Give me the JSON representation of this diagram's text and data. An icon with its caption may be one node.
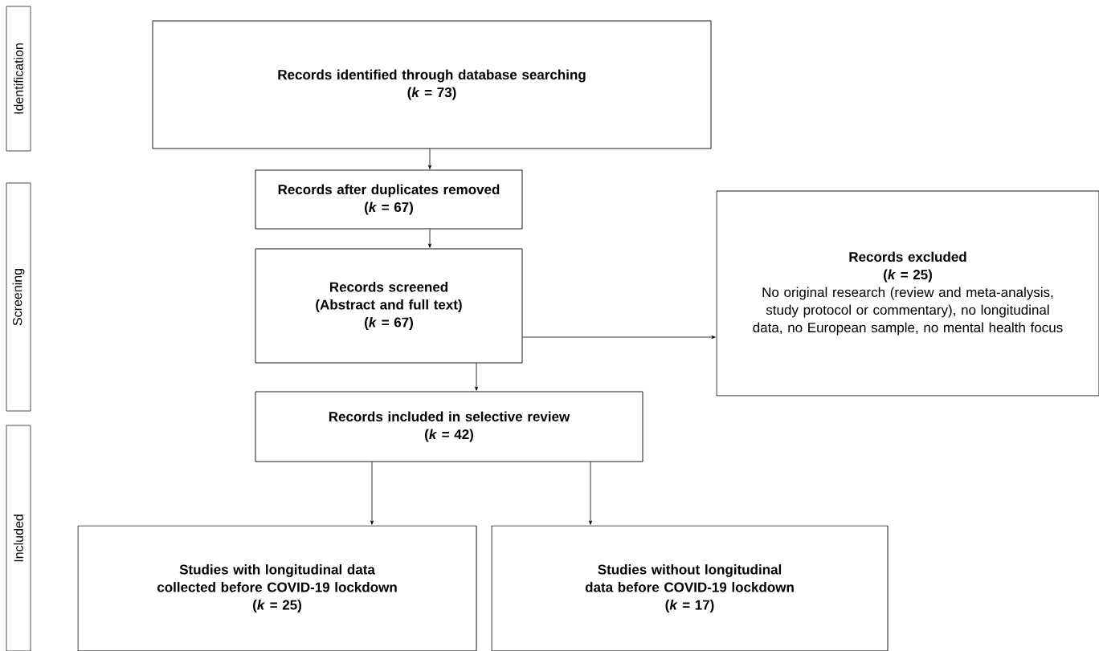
{
  "diagram": {
    "nodes": [
      {
        "text": [
          "Identification"
        ]
      },
      {
        "text": [
          "Screening"
        ]
      },
      {
        "text": [
          "Included"
        ]
      },
      {
        "text": [
          "Records identified through database searching",
          "(*k* = 73)"
        ]
      },
      {
        "text": [
          "Records after duplicates removed",
          "(*k* = 67)"
        ]
      },
      {
        "text": [
          "Records screened",
          "(Abstract and full text)",
          "(*k* = 67)"
        ]
      },
      {
        "text": [
          "Records excluded",
          "(*k* = 25)",
          "No original research (review and meta-analysis, study protocol or commentary), no longitudinal data, no European sample, no mental health focus"
        ]
      },
      {
        "text": [
          "Records included in selective review",
          "(*k* = 42)"
        ]
      },
      {
        "text": [
          "Studies with longitudinal data collected before COVID-19 lockdown",
          "(*k* = 25)"
        ]
      },
      {
        "text": [
          "Studies without longitudinal data before COVID-19 lockdown",
          "(*k* = 17)"
        ]
      }
    ],
    "edges": [
      {
        "from": 3,
        "to": 4,
        "arrow": "to"
      },
      {
        "from": 4,
        "to": 5,
        "arrow": "to"
      },
      {
        "from": 5,
        "to": 6,
        "arrow": "to"
      },
      {
        "from": 5,
        "to": 7,
        "arrow": "to"
      },
      {
        "from": 7,
        "to": 8,
        "arrow": "to"
      },
      {
        "from": 7,
        "to": 9,
        "arrow": "to"
      }
    ]
  }
}
